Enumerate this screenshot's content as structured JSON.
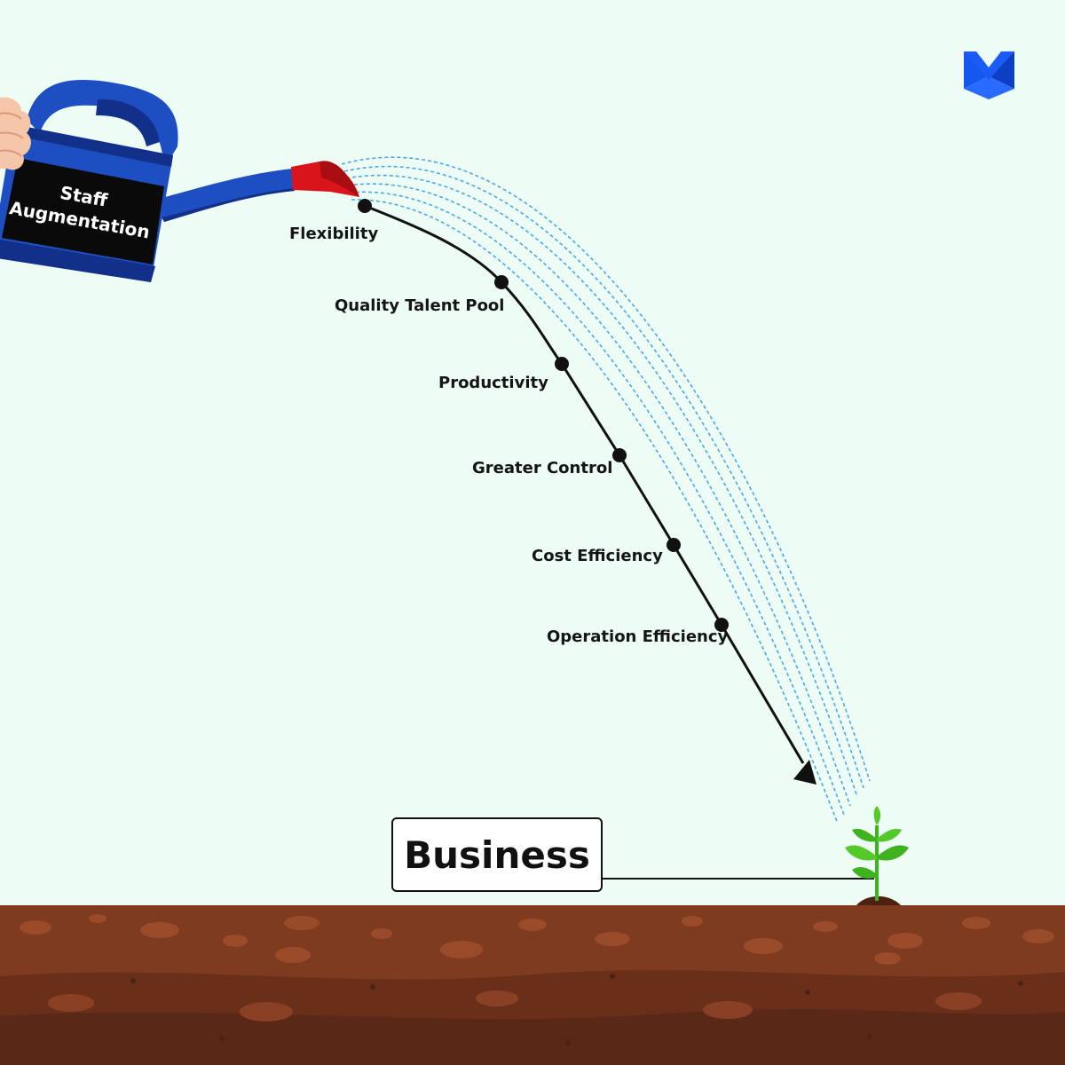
{
  "colors": {
    "background": "#eefcf6",
    "can_blue": "#1e4fc2",
    "can_dark": "#12308a",
    "nozzle_red": "#d9141b",
    "spray_blue": "#4aa8e8",
    "soil_top": "#7e3b1f",
    "soil_bottom": "#5a2817",
    "plant_green": "#3fb21f",
    "logo_blue": "#1657ef"
  },
  "icons": {
    "logo": "m-logo-icon",
    "can": "watering-can-icon",
    "hand": "hand-icon",
    "plant": "sprout-icon"
  },
  "watering_can": {
    "label_line1": "Staff",
    "label_line2": "Augmentation"
  },
  "steps": [
    {
      "label": "Flexibility"
    },
    {
      "label": "Quality Talent Pool"
    },
    {
      "label": "Productivity"
    },
    {
      "label": "Greater Control"
    },
    {
      "label": "Cost Efficiency"
    },
    {
      "label": "Operation Efficiency"
    }
  ],
  "target": {
    "label": "Business"
  }
}
